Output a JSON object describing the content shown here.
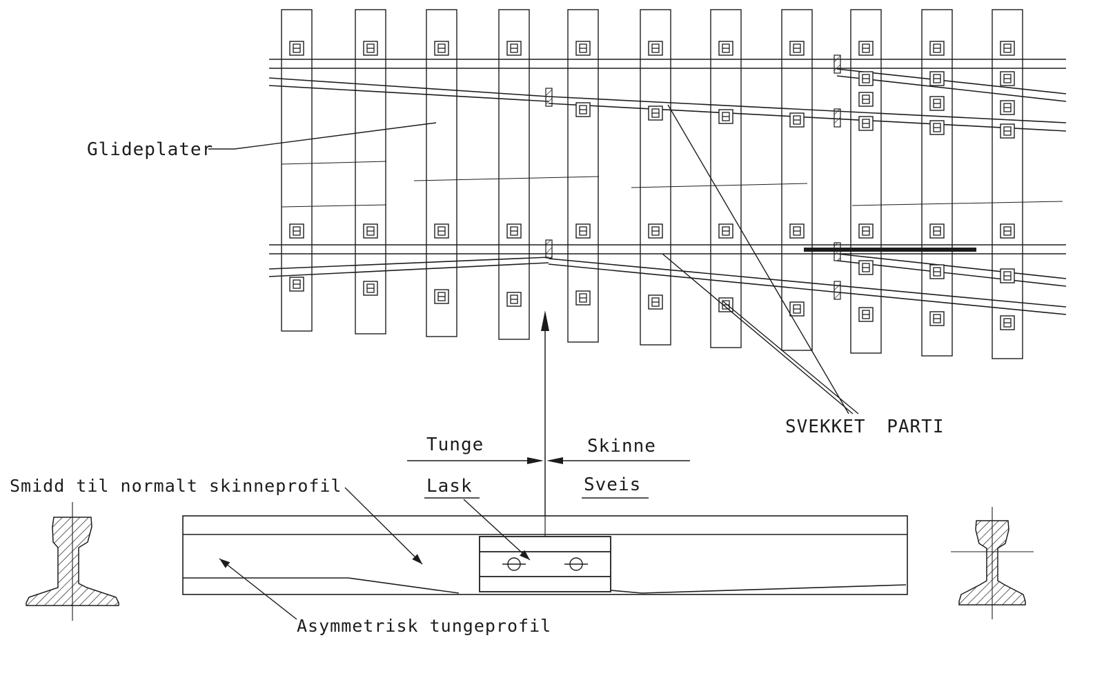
{
  "diagram": {
    "labels": {
      "glideplater": "Glideplater",
      "svekket_parti": "SVEKKET PARTI",
      "tunge": "Tunge",
      "skinne": "Skinne",
      "lask": "Lask",
      "sveis": "Sveis",
      "smidd_til_normalt_skinneprofil": "Smidd til normalt skinneprofil",
      "asymmetrisk_tungeprofil": "Asymmetrisk tungeprofil"
    },
    "colors": {
      "line": "#1c1c1c",
      "background": "#ffffff"
    }
  }
}
